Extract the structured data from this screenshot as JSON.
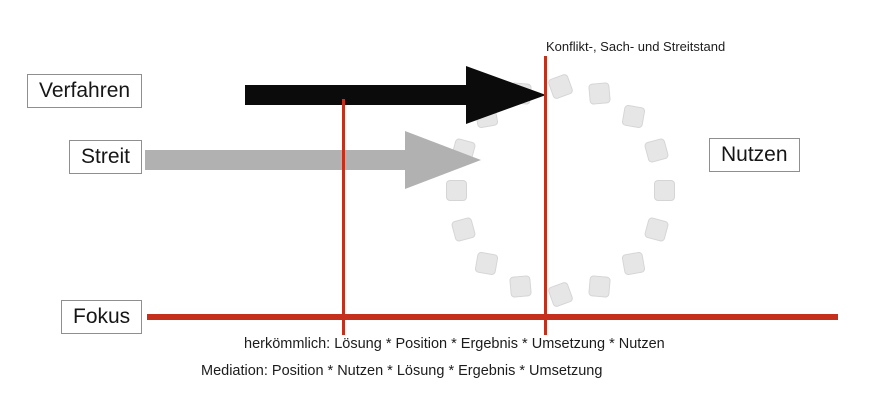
{
  "labels": {
    "verfahren": "Verfahren",
    "streit": "Streit",
    "nutzen": "Nutzen",
    "fokus": "Fokus"
  },
  "annotations": {
    "konflikt_caption": "Konflikt-, Sach- und Streitstand",
    "herkoemmlich_line": "herkömmlich: Lösung * Position * Ergebnis * Umsetzung * Nutzen",
    "mediation_line": "Mediation: Position * Nutzen * Lösung * Ergebnis * Umsetzung"
  },
  "colors": {
    "accent_red": "#c5301c",
    "arrow_black": "#0b0b0b",
    "arrow_gray": "#b1b1b1",
    "square_fill": "#e6e6e6"
  }
}
